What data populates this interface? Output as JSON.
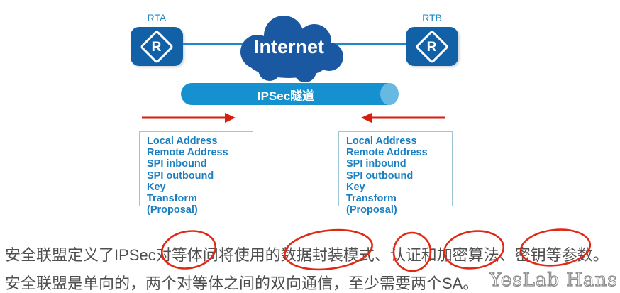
{
  "diagram": {
    "router_a": {
      "label": "RTA"
    },
    "router_b": {
      "label": "RTB"
    },
    "router_symbol": "R",
    "cloud_label": "Internet",
    "tunnel_label": "IPSec隧道",
    "sa_fields": [
      "Local Address",
      "Remote Address",
      "SPI inbound",
      "SPI outbound",
      "Key",
      "Transform (Proposal)"
    ]
  },
  "body_text": {
    "line1": "安全联盟定义了IPSec对等体间将使用的数据封装模式、认证和加密算法、密钥等参数。",
    "line2": "安全联盟是单向的，两个对等体之间的双向通信，至少需要两个SA。",
    "watermark": "YesLab Hans"
  },
  "annotations": {
    "circled_terms": [
      "对等体",
      "数据封装模式",
      "认证",
      "加密算法",
      "密钥等参数"
    ]
  },
  "colors": {
    "router_blue": "#1261a7",
    "cloud_blue": "#1b58a2",
    "link_blue": "#1e88c8",
    "tunnel_blue": "#1691d0",
    "tunnel_cap_blue": "#66bae1",
    "sa_text_blue": "#1a7fc1",
    "sa_border_blue": "#9fc6d6",
    "annotation_red": "#e02813",
    "body_text_gray": "#4f4f4f"
  }
}
